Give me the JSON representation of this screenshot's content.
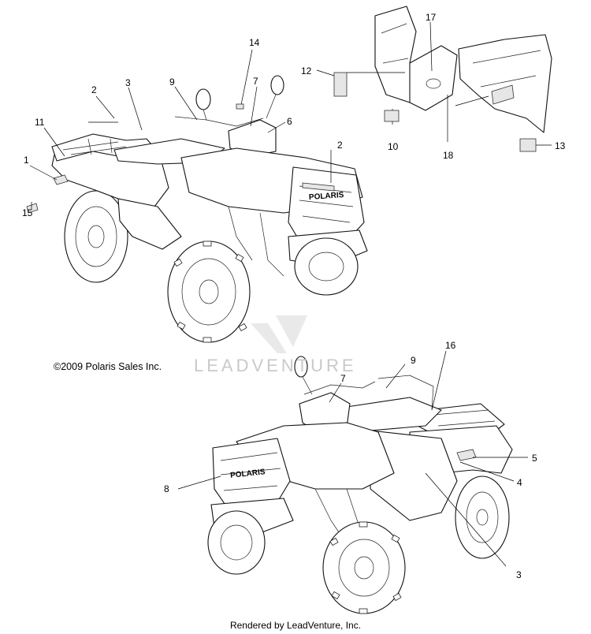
{
  "copyright": "©2009 Polaris Sales Inc.",
  "watermark": "LEADVENTURE",
  "footer": "Rendered by LeadVenture, Inc.",
  "brand_text": "POLARIS",
  "callouts": {
    "c14": "14",
    "c2a": "2",
    "c3a": "3",
    "c9a": "9",
    "c7a": "7",
    "c6": "6",
    "c11": "11",
    "c1": "1",
    "c15": "15",
    "c2b": "2",
    "c12": "12",
    "c17": "17",
    "c10": "10",
    "c18": "18",
    "c13": "13",
    "c16": "16",
    "c9b": "9",
    "c7b": "7",
    "c5": "5",
    "c4": "4",
    "c8": "8",
    "c3b": "3"
  }
}
